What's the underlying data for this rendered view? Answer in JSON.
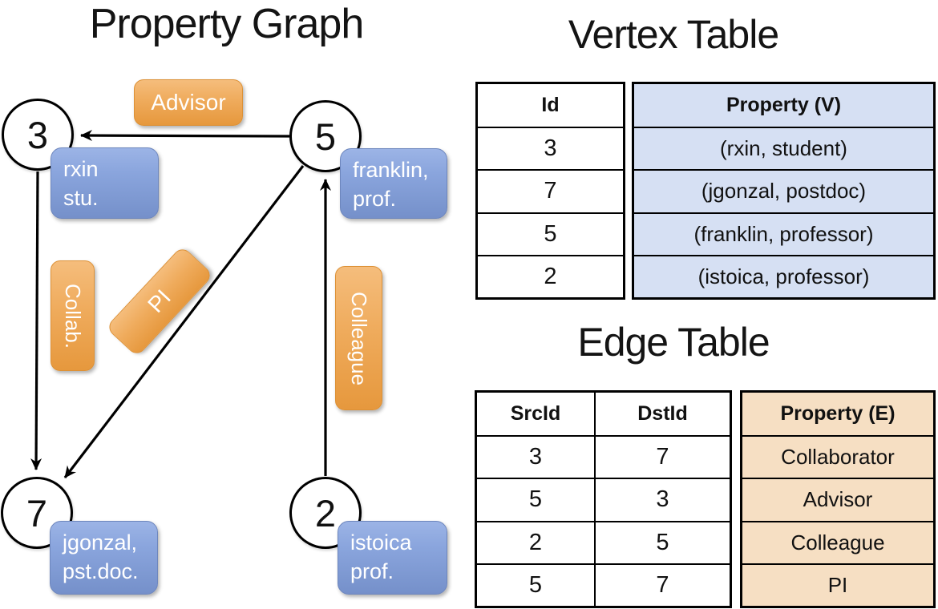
{
  "graph": {
    "title": "Property Graph",
    "nodes": [
      {
        "id": "3"
      },
      {
        "id": "5"
      },
      {
        "id": "7"
      },
      {
        "id": "2"
      }
    ],
    "vertex_properties": [
      {
        "node": "3",
        "line1": "rxin",
        "line2": "stu."
      },
      {
        "node": "5",
        "line1": "franklin,",
        "line2": "prof."
      },
      {
        "node": "7",
        "line1": "jgonzal,",
        "line2": "pst.doc."
      },
      {
        "node": "2",
        "line1": "istoica",
        "line2": "prof."
      }
    ],
    "edges": [
      {
        "from": "5",
        "to": "3",
        "label": "Advisor"
      },
      {
        "from": "3",
        "to": "7",
        "label": "Collab."
      },
      {
        "from": "5",
        "to": "7",
        "label": "PI"
      },
      {
        "from": "2",
        "to": "5",
        "label": "Colleague"
      }
    ]
  },
  "vertex_table": {
    "title": "Vertex Table",
    "id_header": "Id",
    "property_header": "Property (V)",
    "rows": [
      {
        "id": "3",
        "property": "(rxin, student)"
      },
      {
        "id": "7",
        "property": "(jgonzal, postdoc)"
      },
      {
        "id": "5",
        "property": "(franklin, professor)"
      },
      {
        "id": "2",
        "property": "(istoica, professor)"
      }
    ]
  },
  "edge_table": {
    "title": "Edge Table",
    "src_header": "SrcId",
    "dst_header": "DstId",
    "property_header": "Property (E)",
    "rows": [
      {
        "src": "3",
        "dst": "7",
        "property": "Collaborator"
      },
      {
        "src": "5",
        "dst": "3",
        "property": "Advisor"
      },
      {
        "src": "2",
        "dst": "5",
        "property": "Colleague"
      },
      {
        "src": "5",
        "dst": "7",
        "property": "PI"
      }
    ]
  },
  "colors": {
    "edge_label_fill_top": "#f5bd7c",
    "edge_label_fill_bottom": "#e6983d",
    "vertex_label_fill_top": "#9cb4e6",
    "vertex_label_fill_bottom": "#7590ca",
    "vertex_table_fill": "#d6e0f3",
    "edge_table_fill": "#f6dfc3",
    "line_color": "#000000",
    "text_on_labels": "#ffffff"
  }
}
